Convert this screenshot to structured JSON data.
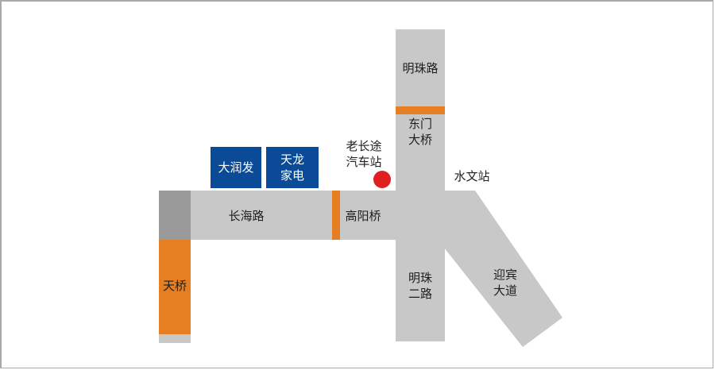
{
  "colors": {
    "road": "#c8c8c8",
    "orange": "#e67e22",
    "dark_gray": "#999999",
    "blue": "#0b4a97",
    "marker": "#e02020"
  },
  "landmarks": {
    "darunfa": "大润发",
    "tianlong": "天龙\n家电"
  },
  "labels": {
    "mingzhu_road": "明珠路",
    "dongmen_bridge": "东门\n大桥",
    "old_bus_station": "老长途\n汽车站",
    "shuiwen_station": "水文站",
    "changhai_road": "长海路",
    "gaoyang_bridge": "高阳桥",
    "mingzhu_road_2": "明珠\n二路",
    "yingbin_avenue": "迎宾\n大道",
    "tianqiao": "天桥"
  }
}
